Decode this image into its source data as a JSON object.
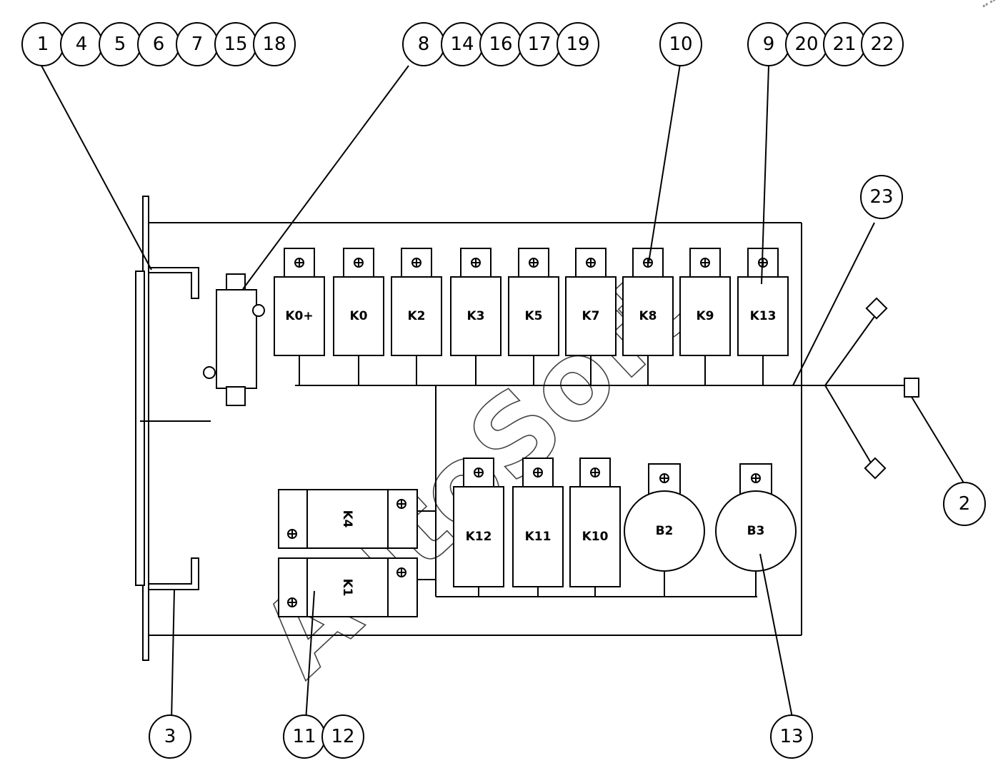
{
  "watermark": "AutoSoft",
  "corner_mark": "°° °°°",
  "balloon_groups": [
    {
      "name": "top-left",
      "items": [
        "1",
        "4",
        "5",
        "6",
        "7",
        "15",
        "18"
      ]
    },
    {
      "name": "top-center",
      "items": [
        "8",
        "14",
        "16",
        "17",
        "19"
      ]
    },
    {
      "name": "top-single",
      "items": [
        "10"
      ]
    },
    {
      "name": "top-right",
      "items": [
        "9",
        "20",
        "21",
        "22"
      ]
    },
    {
      "name": "right-23",
      "items": [
        "23"
      ]
    },
    {
      "name": "right-2",
      "items": [
        "2"
      ]
    },
    {
      "name": "bottom-3",
      "items": [
        "3"
      ]
    },
    {
      "name": "bottom-11-12",
      "items": [
        "11",
        "12"
      ]
    },
    {
      "name": "bottom-13",
      "items": [
        "13"
      ]
    }
  ],
  "relays_top": [
    "K0+",
    "K0",
    "K2",
    "K3",
    "K5",
    "K7",
    "K8",
    "K9",
    "K13"
  ],
  "relays_bottom": [
    "K12",
    "K11",
    "K10"
  ],
  "round_components": [
    "B2",
    "B3"
  ],
  "rotated_components": [
    "K4",
    "K1"
  ]
}
